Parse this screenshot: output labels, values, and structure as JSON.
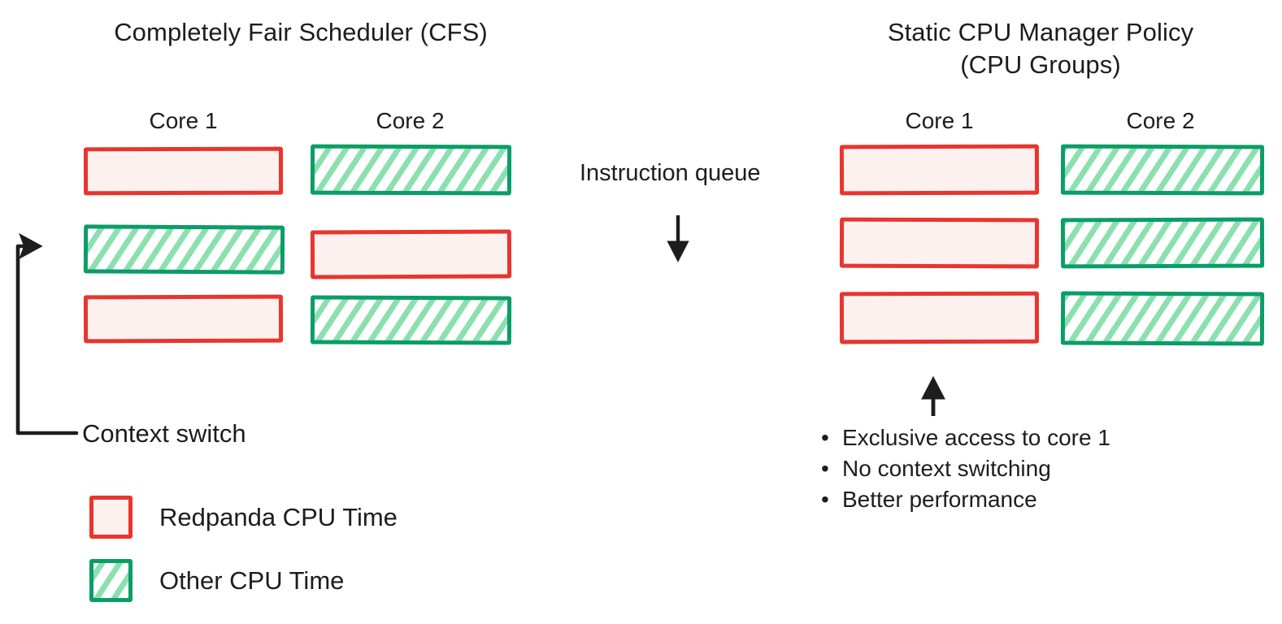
{
  "panels": [
    {
      "id": "cfs",
      "title": "Completely Fair Scheduler (CFS)",
      "cores": [
        {
          "label": "Core 1",
          "slots": [
            "redpanda",
            "other",
            "redpanda"
          ]
        },
        {
          "label": "Core 2",
          "slots": [
            "other",
            "redpanda",
            "other"
          ]
        }
      ]
    },
    {
      "id": "static-cpu-manager",
      "title": "Static CPU Manager Policy\n(CPU Groups)",
      "cores": [
        {
          "label": "Core 1",
          "slots": [
            "redpanda",
            "redpanda",
            "redpanda"
          ]
        },
        {
          "label": "Core 2",
          "slots": [
            "other",
            "other",
            "other"
          ]
        }
      ]
    }
  ],
  "annotations": {
    "context_switch": "Context switch",
    "instruction_queue": "Instruction queue"
  },
  "benefits": [
    "Exclusive access to core 1",
    "No context switching",
    "Better performance"
  ],
  "legend": [
    {
      "key": "redpanda",
      "label": "Redpanda CPU Time",
      "style": "red"
    },
    {
      "key": "other",
      "label": "Other CPU Time",
      "style": "green"
    }
  ],
  "colors": {
    "redpanda_border": "#e8352e",
    "redpanda_fill": "#fdf1f0",
    "other_border": "#0b9d68",
    "other_hatch": "#8ce0b0",
    "text": "#1d1d1d",
    "arrow": "#1d1d1d",
    "background": "#ffffff"
  }
}
